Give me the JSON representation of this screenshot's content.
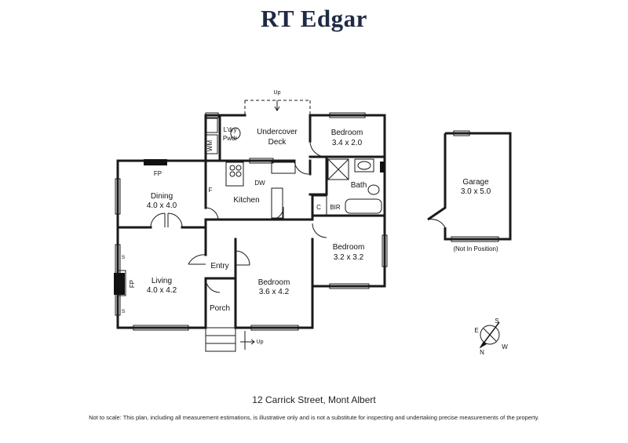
{
  "brand": {
    "logo_text": "RT Edgar"
  },
  "rooms": {
    "undercover_deck": {
      "name": "Undercover",
      "name2": "Deck"
    },
    "bedroom_top": {
      "name": "Bedroom",
      "size": "3.4 x 2.0"
    },
    "ldry_pwdr": {
      "name": "L'dry",
      "name2": "Pwdr"
    },
    "wm": "WM",
    "dining": {
      "name": "Dining",
      "size": "4.0 x 4.0"
    },
    "fp_dining": "FP",
    "kitchen": {
      "name": "Kitchen"
    },
    "dw": "DW",
    "fridge": "F",
    "bath": {
      "name": "Bath"
    },
    "c": "C",
    "bir": "BIR",
    "bedroom_right": {
      "name": "Bedroom",
      "size": "3.2 x 3.2"
    },
    "entry": {
      "name": "Entry"
    },
    "living": {
      "name": "Living",
      "size": "4.0 x 4.2"
    },
    "fp_living": "FP",
    "s_upper": "S",
    "s_lower": "S",
    "bedroom_main": {
      "name": "Bedroom",
      "size": "3.6 x 4.2"
    },
    "porch": {
      "name": "Porch"
    },
    "garage": {
      "name": "Garage",
      "size": "3.0 x 5.0",
      "note": "(Not In Position)"
    }
  },
  "stairs": {
    "deck_up": "Up",
    "porch_up": "Up"
  },
  "compass": {
    "n": "N",
    "s": "S",
    "e": "E",
    "w": "W"
  },
  "footer": {
    "address": "12 Carrick Street, Mont Albert",
    "disclaimer": "Not to scale: This plan, including all measurement estimations, is illustrative only and is not a substitute for inspecting and undertaking precise measurements of the property."
  }
}
